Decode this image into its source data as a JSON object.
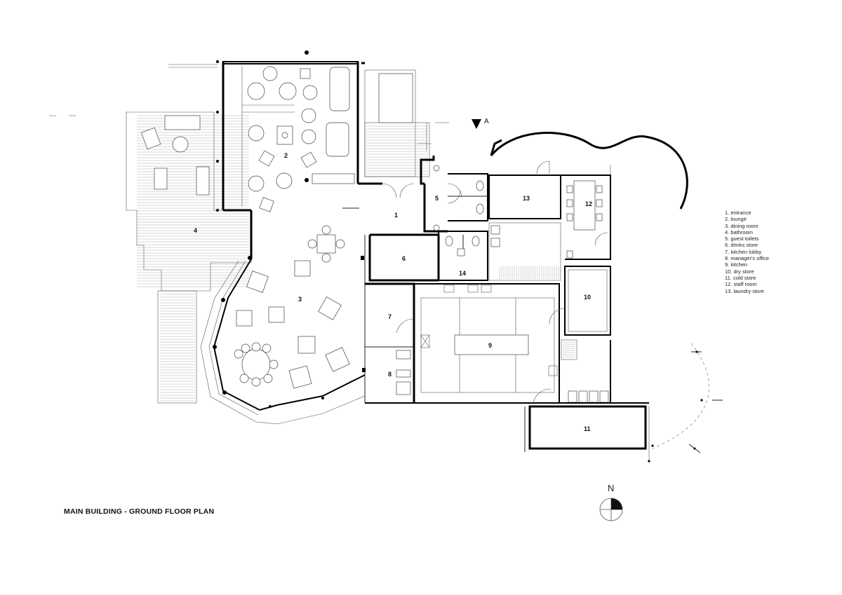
{
  "title": "MAIN BUILDING - GROUND FLOOR PLAN",
  "north_label": "N",
  "section_label": "A",
  "legend": [
    "1. entrance",
    "2. lounge",
    "3. dining room",
    "4. bathroom",
    "5. guest toilets",
    "6. drinks store",
    "7. kitchen lobby",
    "8. manager's office",
    "9. kitchen",
    "10. dry store",
    "11. cold store",
    "12. staff room",
    "13. laundry store"
  ],
  "rooms": {
    "r1": "1",
    "r2": "2",
    "r3": "3",
    "r4": "4",
    "r5": "5",
    "r6": "6",
    "r7": "7",
    "r8": "8",
    "r9": "9",
    "r10": "10",
    "r11": "11",
    "r12": "12",
    "r13": "13",
    "r14": "14"
  },
  "colors": {
    "ink": "#000000",
    "line": "#555555",
    "background": "#ffffff"
  }
}
